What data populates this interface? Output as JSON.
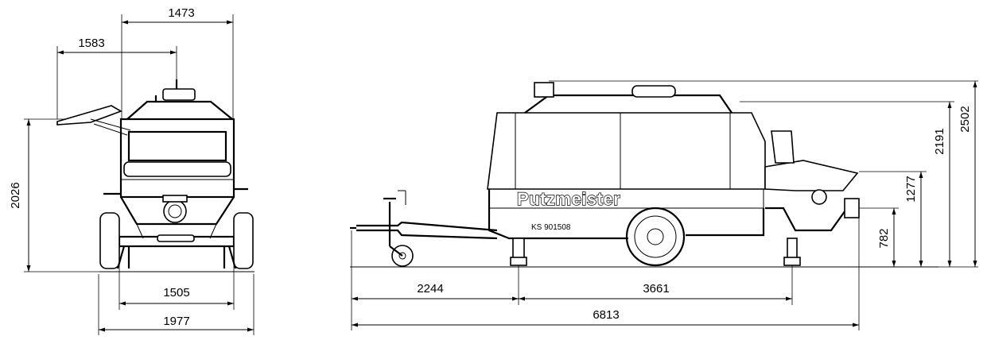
{
  "brand": "Putzmeister",
  "model": "KS 901508",
  "dimensions": {
    "front_top_width": "1473",
    "front_lid_width": "1583",
    "front_height": "2026",
    "front_axle_track": "1505",
    "front_overall_width": "1977",
    "side_total_height": "2502",
    "side_body_height": "2191",
    "side_hopper_height": "1277",
    "side_outlet_height": "782",
    "side_front_to_support": "2244",
    "side_support_to_rear": "3661",
    "side_overall_length": "6813"
  }
}
